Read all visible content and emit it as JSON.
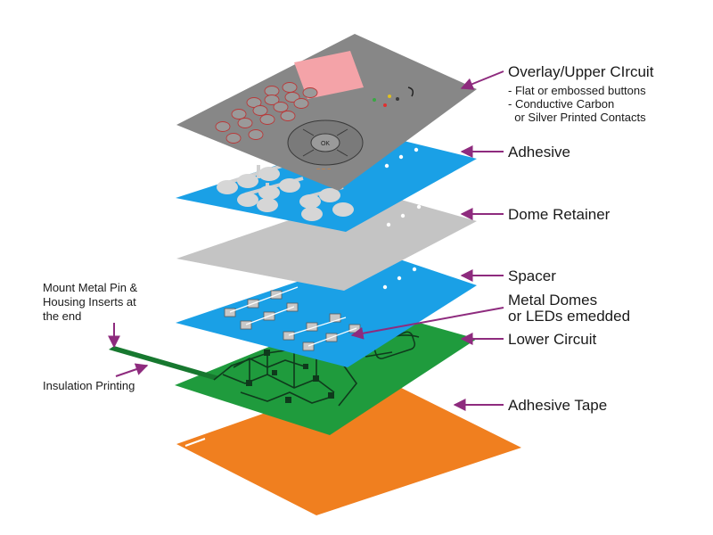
{
  "labels": {
    "overlay": "Overlay/Upper CIrcuit",
    "overlay_sub": [
      "- Flat or embossed buttons",
      "- Conductive Carbon",
      "  or Silver Printed Contacts"
    ],
    "adhesive": "Adhesive",
    "dome_retainer": "Dome Retainer",
    "spacer": "Spacer",
    "metal_domes": [
      "Metal Domes",
      "or LEDs emedded"
    ],
    "lower_circuit": "Lower Circuit",
    "adhesive_tape": "Adhesive Tape",
    "mount_pin": [
      "Mount Metal Pin &",
      "Housing Inserts at",
      "the end"
    ],
    "insulation": "Insulation Printing"
  },
  "keypad": {
    "center_key": "OK"
  },
  "colors": {
    "overlay": "#878787",
    "adhesive": "#1aa0e6",
    "dome_retainer": "#c4c4c4",
    "spacer": "#1aa0e6",
    "lower_circuit": "#1f9b3d",
    "adhesive_tape": "#f07f1f",
    "display": "#f4a3a8",
    "arrow": "#8e2b7e"
  }
}
